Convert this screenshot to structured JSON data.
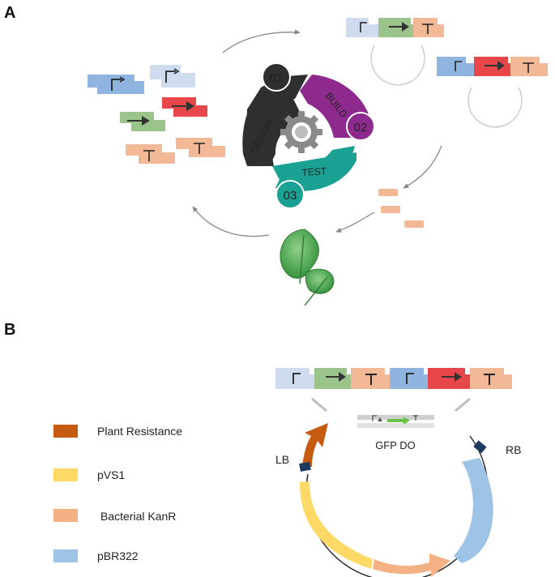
{
  "panels": {
    "a": "A",
    "b": "B"
  },
  "cycle": {
    "steps": [
      {
        "number": "01",
        "label": "DESIGN"
      },
      {
        "number": "02",
        "label": "BUILD"
      },
      {
        "number": "03",
        "label": "TEST"
      }
    ]
  },
  "plasmid": {
    "lb_label": "LB",
    "rb_label": "RB",
    "insert_label": "GFP DO"
  },
  "legend": [
    {
      "label": "Plant Resistance",
      "color": "#c55a11"
    },
    {
      "label": "pVS1",
      "color": "#ffd966"
    },
    {
      "label": "Bacterial KanR",
      "color": "#f4b183"
    },
    {
      "label": "pBR322",
      "color": "#9dc3e6"
    }
  ],
  "colors": {
    "design": "#2f2f2f",
    "build": "#8e2a8e",
    "test": "#1aa193",
    "promoter": "#8fb4df",
    "promoter_light": "#cfdcf0",
    "cds_green": "#9bc48a",
    "cds_red": "#e8474a",
    "terminator": "#f3b896",
    "leaf": "#4ea64a",
    "gfp": "#6cc24a"
  }
}
